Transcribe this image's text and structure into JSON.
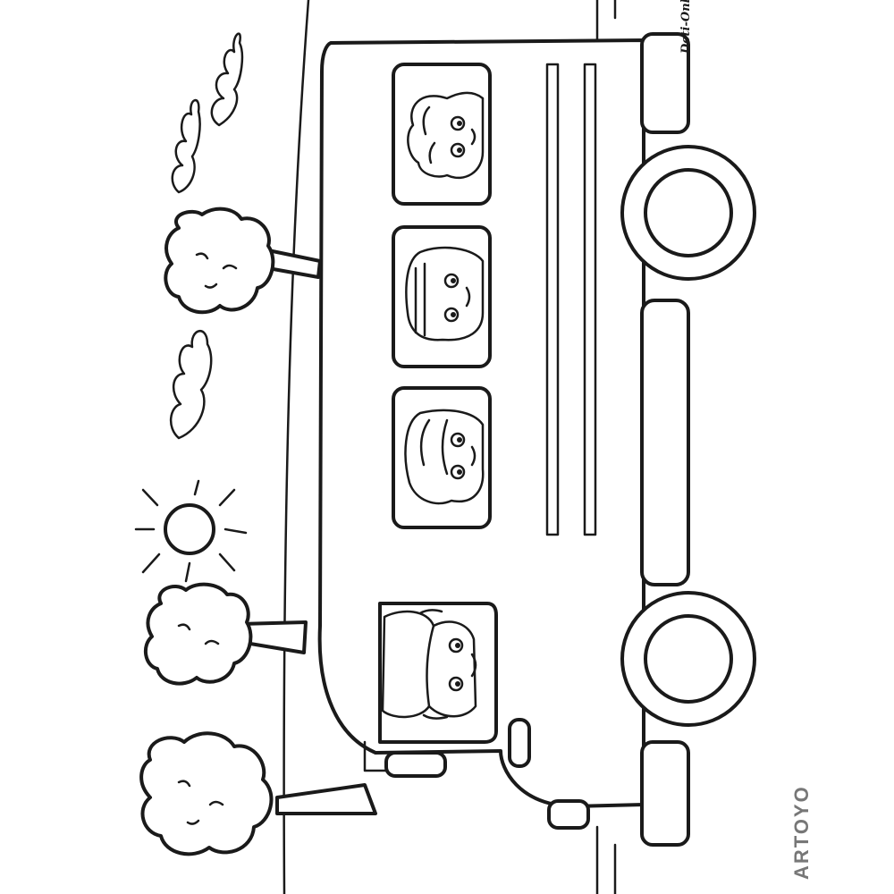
{
  "watermarks": {
    "site": "Deti-Online.com",
    "brand": "ARTOYO"
  },
  "colors": {
    "ink": "#1a1a1a",
    "paper": "#ffffff",
    "brand_gray": "#777777"
  },
  "scene": {
    "subject": "school-bus",
    "passenger_windows": 3,
    "driver_windows": 1,
    "wheels": 2,
    "trees": 3,
    "clouds": 3,
    "sun": 1
  }
}
